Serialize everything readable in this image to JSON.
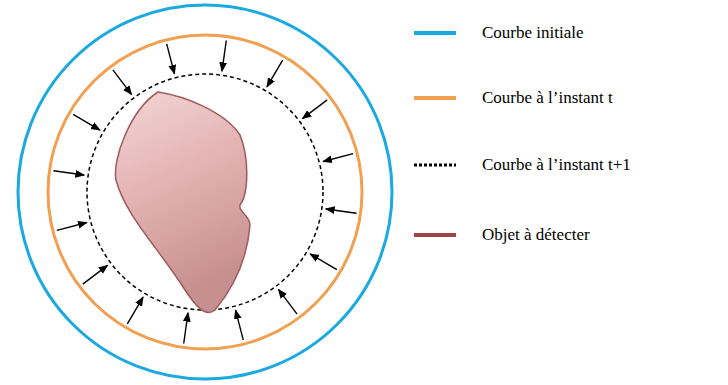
{
  "diagram": {
    "legend": [
      {
        "text": "Courbe initiale"
      },
      {
        "text": "Courbe à l’instant t"
      },
      {
        "text": "Courbe à l’instant t+1"
      },
      {
        "text": "Objet à détecter"
      }
    ]
  }
}
